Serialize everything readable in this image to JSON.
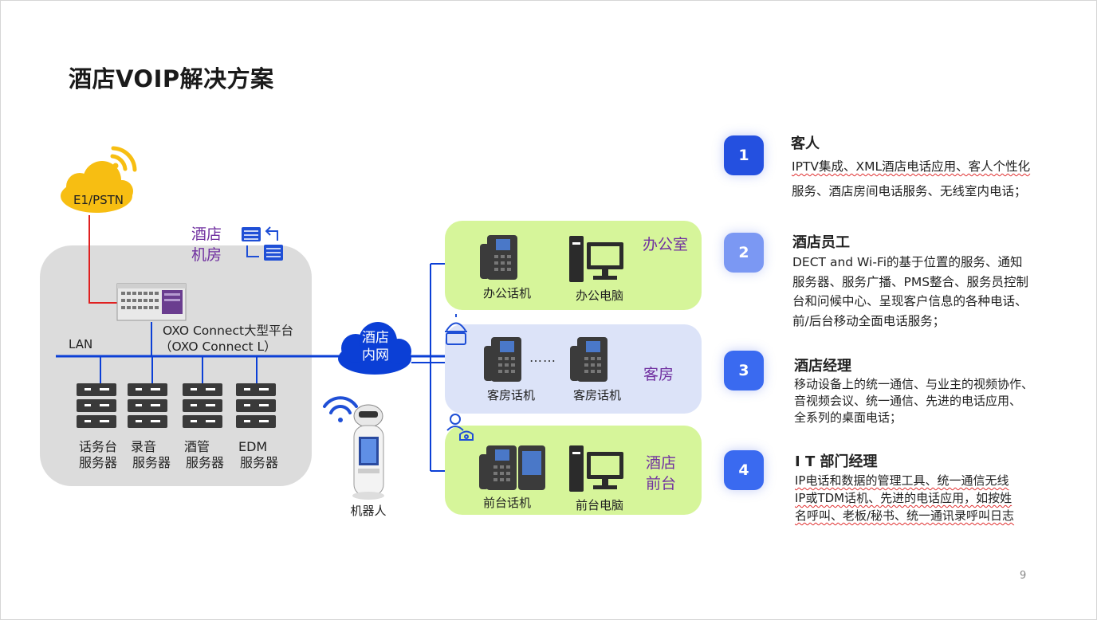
{
  "title": "酒店VOIP解决方案",
  "cloud": {
    "label": "E1/PSTN"
  },
  "machine_room": {
    "line1": "酒店",
    "line2": "机房"
  },
  "platform": {
    "line1": "OXO Connect大型平台",
    "line2": "（OXO Connect  L）"
  },
  "lan_label": "LAN",
  "servers": [
    {
      "line1": "话务台",
      "line2": "服务器"
    },
    {
      "line1": "录音",
      "line2": "服务器"
    },
    {
      "line1": "酒管",
      "line2": "服务器"
    },
    {
      "line1": "EDM",
      "line2": "服务器"
    }
  ],
  "intranet": {
    "line1": "酒店",
    "line2": "内网"
  },
  "robot": {
    "label": "机器人"
  },
  "zones": {
    "office": {
      "name": "办公室",
      "phone": "办公话机",
      "pc": "办公电脑"
    },
    "room": {
      "name": "客房",
      "phone1": "客房话机",
      "dots": "……",
      "phone2": "客房话机"
    },
    "front": {
      "name_line1": "酒店",
      "name_line2": "前台",
      "phone": "前台话机",
      "pc": "前台电脑"
    }
  },
  "roles": [
    {
      "number": "1",
      "title": "客人",
      "lines": [
        "IPTV集成、XML酒店电话应用、客人个性化",
        "服务、酒店房间电话服务、无线室内电话；"
      ]
    },
    {
      "number": "2",
      "title": "酒店员工",
      "lines": [
        "DECT and Wi-Fi的基于位置的服务、通知",
        "服务器、服务广播、PMS整合、服务员控制",
        "台和问候中心、呈现客户信息的各种电话、",
        "前/后台移动全面电话服务；"
      ]
    },
    {
      "number": "3",
      "title": "酒店经理",
      "lines": [
        "移动设备上的统一通信、与业主的视频协作、",
        "音视频会议、统一通信、先进的电话应用、",
        "全系列的桌面电话；"
      ]
    },
    {
      "number": "4",
      "title": "I T 部门经理",
      "lines": [
        "IP电话和数据的管理工具、统一通信无线",
        "IP或TDM话机、先进的电话应用，如按姓",
        "名呼叫、老板/秘书、统一通讯录呼叫日志"
      ]
    }
  ],
  "page_number": "9",
  "colors": {
    "badge_dark": "#2450e0",
    "badge_light": "#7b98f3",
    "badge_mid": "#3a6af0",
    "lan_blue": "#0b3fd6",
    "zone_green": "#d6f59a",
    "zone_blue": "#dce3f8",
    "room_purple": "#7030a0",
    "cloud_yellow": "#f7be12"
  }
}
